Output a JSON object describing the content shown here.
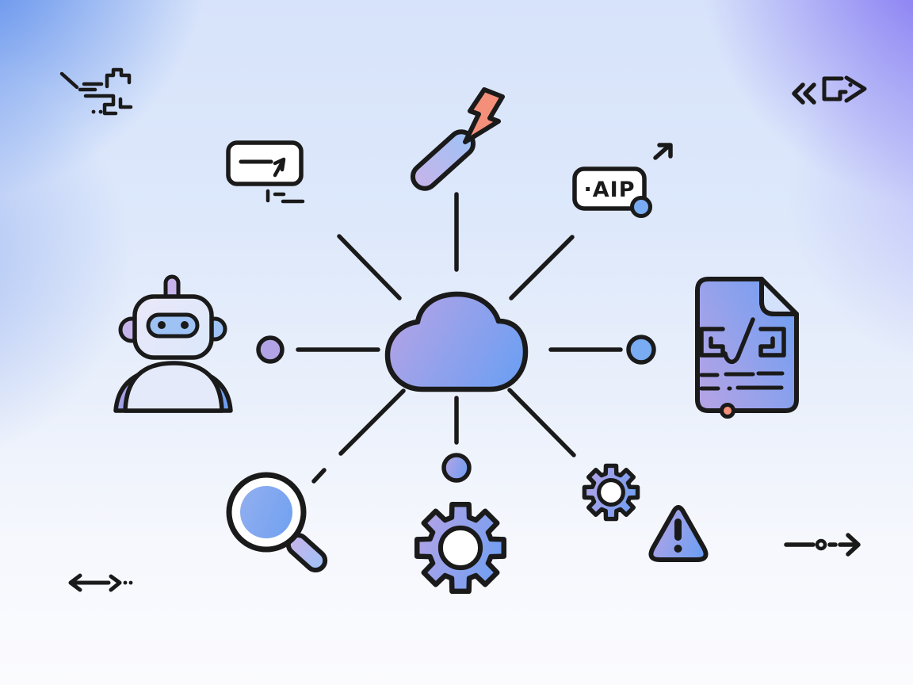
{
  "scene": {
    "description": "Concept illustration: central cloud node connected to AI / automation icons",
    "center_node": {
      "icon": "cloud-icon"
    },
    "aip_tag": {
      "label": "·AIP"
    },
    "satellites": [
      "robot-icon",
      "prompt-card-icon",
      "zap-pen-icon",
      "aip-tag",
      "document-code-icon",
      "magnifier-icon",
      "gear-large-icon",
      "gear-small-icon",
      "warning-triangle-icon"
    ],
    "decorations": [
      "circuit-doodle",
      "fast-forward-fish-doodle",
      "double-arrow-doodle",
      "flow-arrow-doodle"
    ],
    "palette": {
      "outline": "#1a1a1a",
      "blue": "#6f9ff2",
      "deep_blue": "#5b97ee",
      "light_blue": "#9fc2f5",
      "lens_blue": "#76a3f0",
      "dot_blue": "#79acf2",
      "purple": "#b2a3e6",
      "lavender": "#c7b4ea",
      "coral": "#f4907a",
      "white": "#ffffff",
      "robot_light": "#e6ebf8",
      "torso_light": "#e4eaf9",
      "fold_blue": "#d3e1fa",
      "bg_blue": "#4a80e9",
      "bg_purple": "#7b6cf2"
    }
  }
}
